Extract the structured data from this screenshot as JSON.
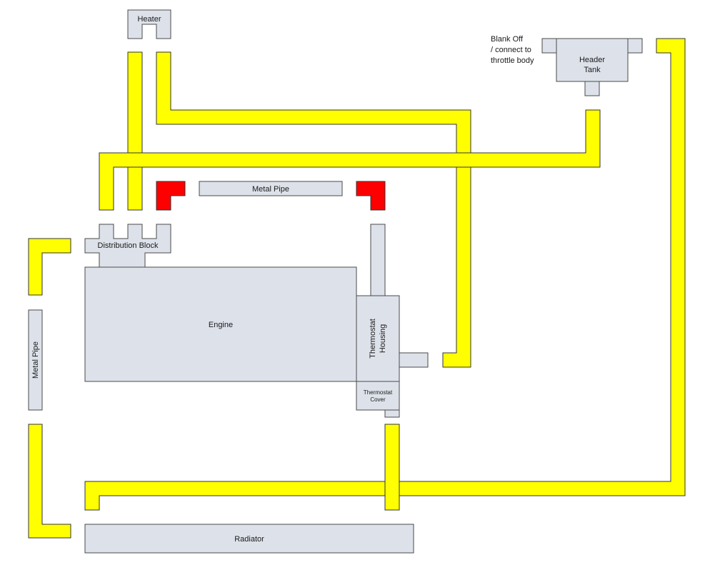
{
  "colors": {
    "background": "#ffffff",
    "component_fill": "#dde2ea",
    "component_stroke": "#4a4a4a",
    "hose_fill": "#ffff00",
    "hose_stroke": "#333333",
    "elbow_fill": "#ff0000"
  },
  "components": {
    "heater": "Heater",
    "header_tank_line1": "Header",
    "header_tank_line2": "Tank",
    "blank_off_line1": "Blank Off",
    "blank_off_line2": "/ connect to",
    "blank_off_line3": "throttle body",
    "metal_pipe_top": "Metal Pipe",
    "metal_pipe_left": "Metal Pipe",
    "distribution_block": "Distribution Block",
    "engine": "Engine",
    "thermostat_housing_line1": "Thermostat",
    "thermostat_housing_line2": "Housing",
    "thermostat_cover_line1": "Thermostat",
    "thermostat_cover_line2": "Cover",
    "radiator": "Radiator"
  }
}
